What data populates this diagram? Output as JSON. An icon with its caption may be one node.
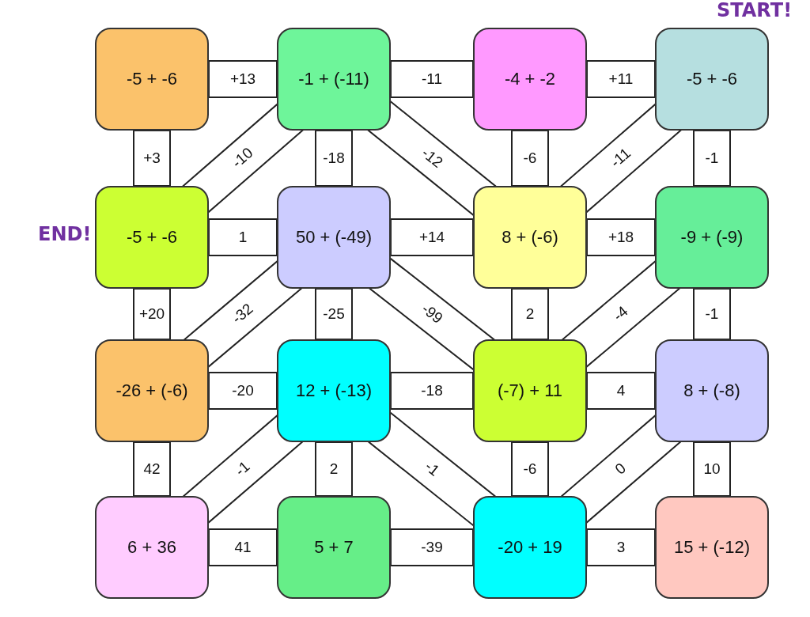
{
  "diagram": {
    "nodes": [
      {
        "text": [
          "-5 + -6"
        ]
      },
      {
        "text": [
          "-1 + (-11)"
        ]
      },
      {
        "text": [
          "-4 + -2"
        ]
      },
      {
        "text": [
          "-5 + -6"
        ],
        "beside": [
          "START!"
        ]
      },
      {
        "text": [
          "-5 + -6"
        ],
        "beside": [
          "END!"
        ]
      },
      {
        "text": [
          "50 + (-49)"
        ]
      },
      {
        "text": [
          "8 + (-6)"
        ]
      },
      {
        "text": [
          "-9 + (-9)"
        ]
      },
      {
        "text": [
          "-26 + (-6)"
        ]
      },
      {
        "text": [
          "12 + (-13)"
        ]
      },
      {
        "text": [
          "(-7) + 11"
        ]
      },
      {
        "text": [
          "8 + (-8)"
        ]
      },
      {
        "text": [
          "6 + 36"
        ]
      },
      {
        "text": [
          "5 + 7"
        ]
      },
      {
        "text": [
          "-20 + 19"
        ]
      },
      {
        "text": [
          "15 + (-12)"
        ]
      }
    ],
    "edges": [
      {
        "from": 0,
        "to": 1,
        "arrow": "none",
        "label": "+13"
      },
      {
        "from": 1,
        "to": 2,
        "arrow": "none",
        "label": "-11"
      },
      {
        "from": 2,
        "to": 3,
        "arrow": "none",
        "label": "+11"
      },
      {
        "from": 0,
        "to": 4,
        "arrow": "none",
        "label": "+3"
      },
      {
        "from": 1,
        "to": 4,
        "arrow": "none",
        "label": "-10"
      },
      {
        "from": 1,
        "to": 5,
        "arrow": "none",
        "label": "-18"
      },
      {
        "from": 1,
        "to": 6,
        "arrow": "none",
        "label": "-12"
      },
      {
        "from": 2,
        "to": 6,
        "arrow": "none",
        "label": "-6"
      },
      {
        "from": 3,
        "to": 6,
        "arrow": "none",
        "label": "-11"
      },
      {
        "from": 3,
        "to": 7,
        "arrow": "none",
        "label": "-1"
      },
      {
        "from": 4,
        "to": 5,
        "arrow": "none",
        "label": "1"
      },
      {
        "from": 5,
        "to": 6,
        "arrow": "none",
        "label": "+14"
      },
      {
        "from": 6,
        "to": 7,
        "arrow": "none",
        "label": "+18"
      },
      {
        "from": 4,
        "to": 8,
        "arrow": "none",
        "label": "+20"
      },
      {
        "from": 5,
        "to": 8,
        "arrow": "none",
        "label": "-32"
      },
      {
        "from": 5,
        "to": 9,
        "arrow": "none",
        "label": "-25"
      },
      {
        "from": 5,
        "to": 10,
        "arrow": "none",
        "label": "-99"
      },
      {
        "from": 6,
        "to": 10,
        "arrow": "none",
        "label": "2"
      },
      {
        "from": 7,
        "to": 10,
        "arrow": "none",
        "label": "-4"
      },
      {
        "from": 7,
        "to": 11,
        "arrow": "none",
        "label": "-1"
      },
      {
        "from": 8,
        "to": 9,
        "arrow": "none",
        "label": "-20"
      },
      {
        "from": 9,
        "to": 10,
        "arrow": "none",
        "label": "-18"
      },
      {
        "from": 10,
        "to": 11,
        "arrow": "none",
        "label": "4"
      },
      {
        "from": 8,
        "to": 12,
        "arrow": "none",
        "label": "42"
      },
      {
        "from": 9,
        "to": 12,
        "arrow": "none",
        "label": "-1"
      },
      {
        "from": 9,
        "to": 13,
        "arrow": "none",
        "label": "2"
      },
      {
        "from": 9,
        "to": 14,
        "arrow": "none",
        "label": "-1"
      },
      {
        "from": 10,
        "to": 14,
        "arrow": "none",
        "label": "-6"
      },
      {
        "from": 11,
        "to": 14,
        "arrow": "none",
        "label": "0"
      },
      {
        "from": 11,
        "to": 15,
        "arrow": "none",
        "label": "10"
      },
      {
        "from": 12,
        "to": 13,
        "arrow": "none",
        "label": "41"
      },
      {
        "from": 13,
        "to": 14,
        "arrow": "none",
        "label": "-39"
      },
      {
        "from": 14,
        "to": 15,
        "arrow": "none",
        "label": "3"
      }
    ]
  }
}
